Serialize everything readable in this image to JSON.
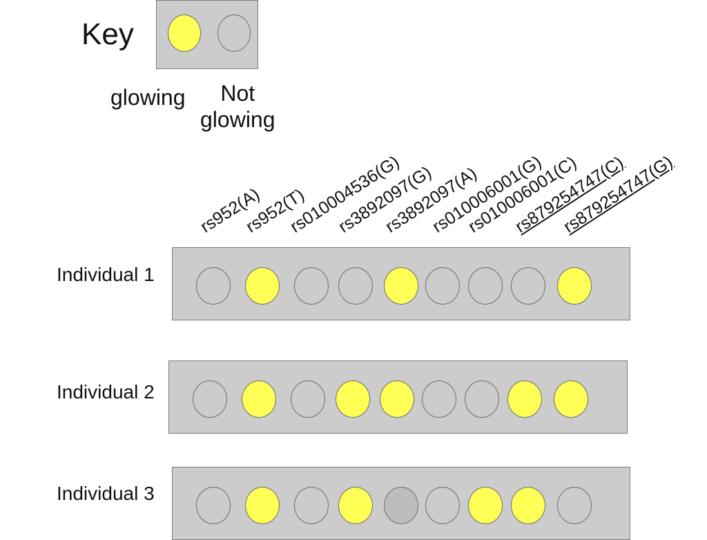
{
  "key": {
    "title": "Key",
    "glowing_label": "glowing",
    "not_glowing_label": "Not\nglowing"
  },
  "colors": {
    "glowing": "#ffff55",
    "not_glowing": "#cccccc",
    "dim": "#bdbdbd",
    "panel": "#cccccc"
  },
  "markers": [
    {
      "label": "rs952(A)",
      "underlined": false
    },
    {
      "label": "rs952(T)",
      "underlined": false
    },
    {
      "label": "rs010004536(G)",
      "underlined": false
    },
    {
      "label": "rs3892097(G)",
      "underlined": false
    },
    {
      "label": "rs3892097(A)",
      "underlined": false
    },
    {
      "label": "rs010006001(G)",
      "underlined": false
    },
    {
      "label": "rs010006001(C)",
      "underlined": false
    },
    {
      "label": "rs879254747(C)",
      "underlined": true
    },
    {
      "label": "rs879254747(G)",
      "underlined": true
    }
  ],
  "individuals": [
    {
      "label": "Individual 1",
      "states": [
        "off",
        "on",
        "off",
        "off",
        "on",
        "off",
        "off",
        "off",
        "on"
      ]
    },
    {
      "label": "Individual 2",
      "states": [
        "off",
        "on",
        "off",
        "on",
        "on",
        "off",
        "off",
        "on",
        "on"
      ]
    },
    {
      "label": "Individual 3",
      "states": [
        "off",
        "on",
        "off",
        "on",
        "dim",
        "off",
        "on",
        "on",
        "off"
      ]
    }
  ]
}
